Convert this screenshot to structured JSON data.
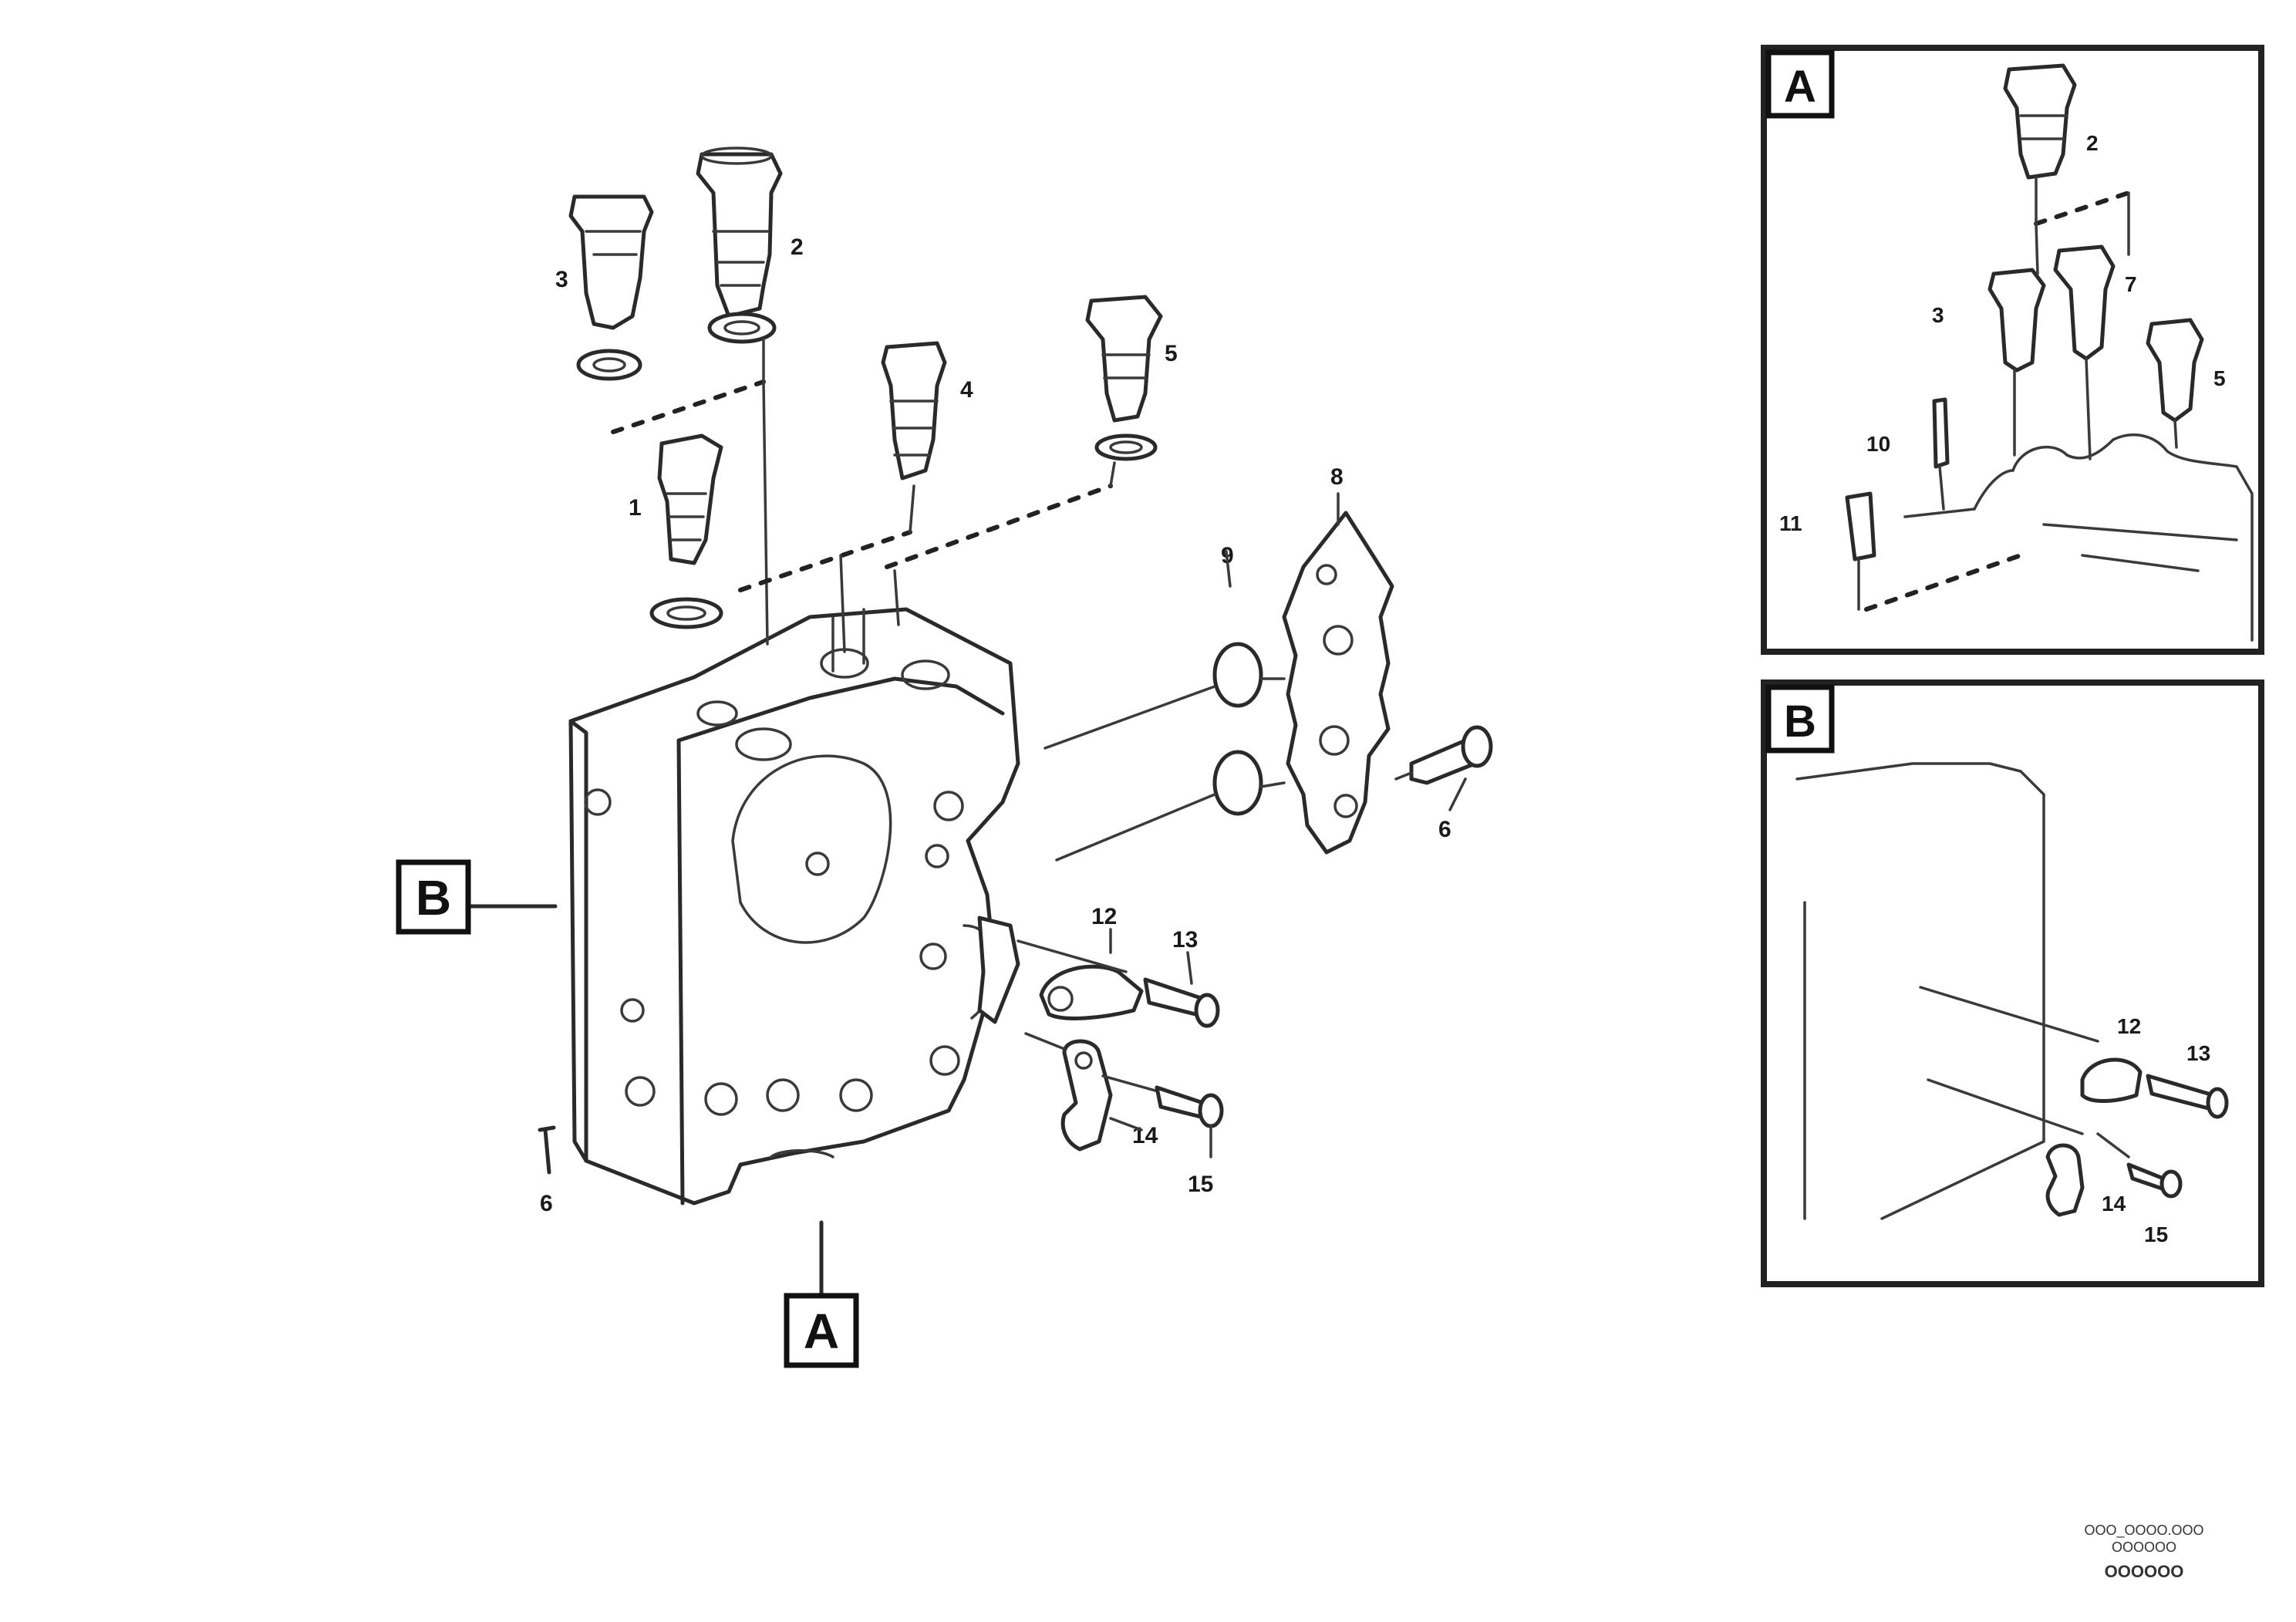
{
  "callouts": {
    "c1": "1",
    "c2": "2",
    "c3": "3",
    "c4": "4",
    "c5": "5",
    "c6": "6",
    "c7": "7",
    "c8": "8",
    "c9": "9",
    "c10": "10",
    "c11": "11",
    "c12": "12",
    "c13": "13",
    "c14": "14",
    "c15": "15"
  },
  "references": {
    "a": "A",
    "b": "B"
  },
  "detail_a": {
    "tag": "A",
    "labels": {
      "l2": "2",
      "l3": "3",
      "l5": "5",
      "l7": "7",
      "l10": "10",
      "l11": "11"
    }
  },
  "detail_b": {
    "tag": "B",
    "labels": {
      "l12": "12",
      "l13": "13",
      "l14": "14",
      "l15": "15"
    }
  },
  "footer": {
    "code_line_1": "ООО_ОООО.ООО",
    "code_line_2": "ОООООО",
    "number": "ОООООО"
  }
}
